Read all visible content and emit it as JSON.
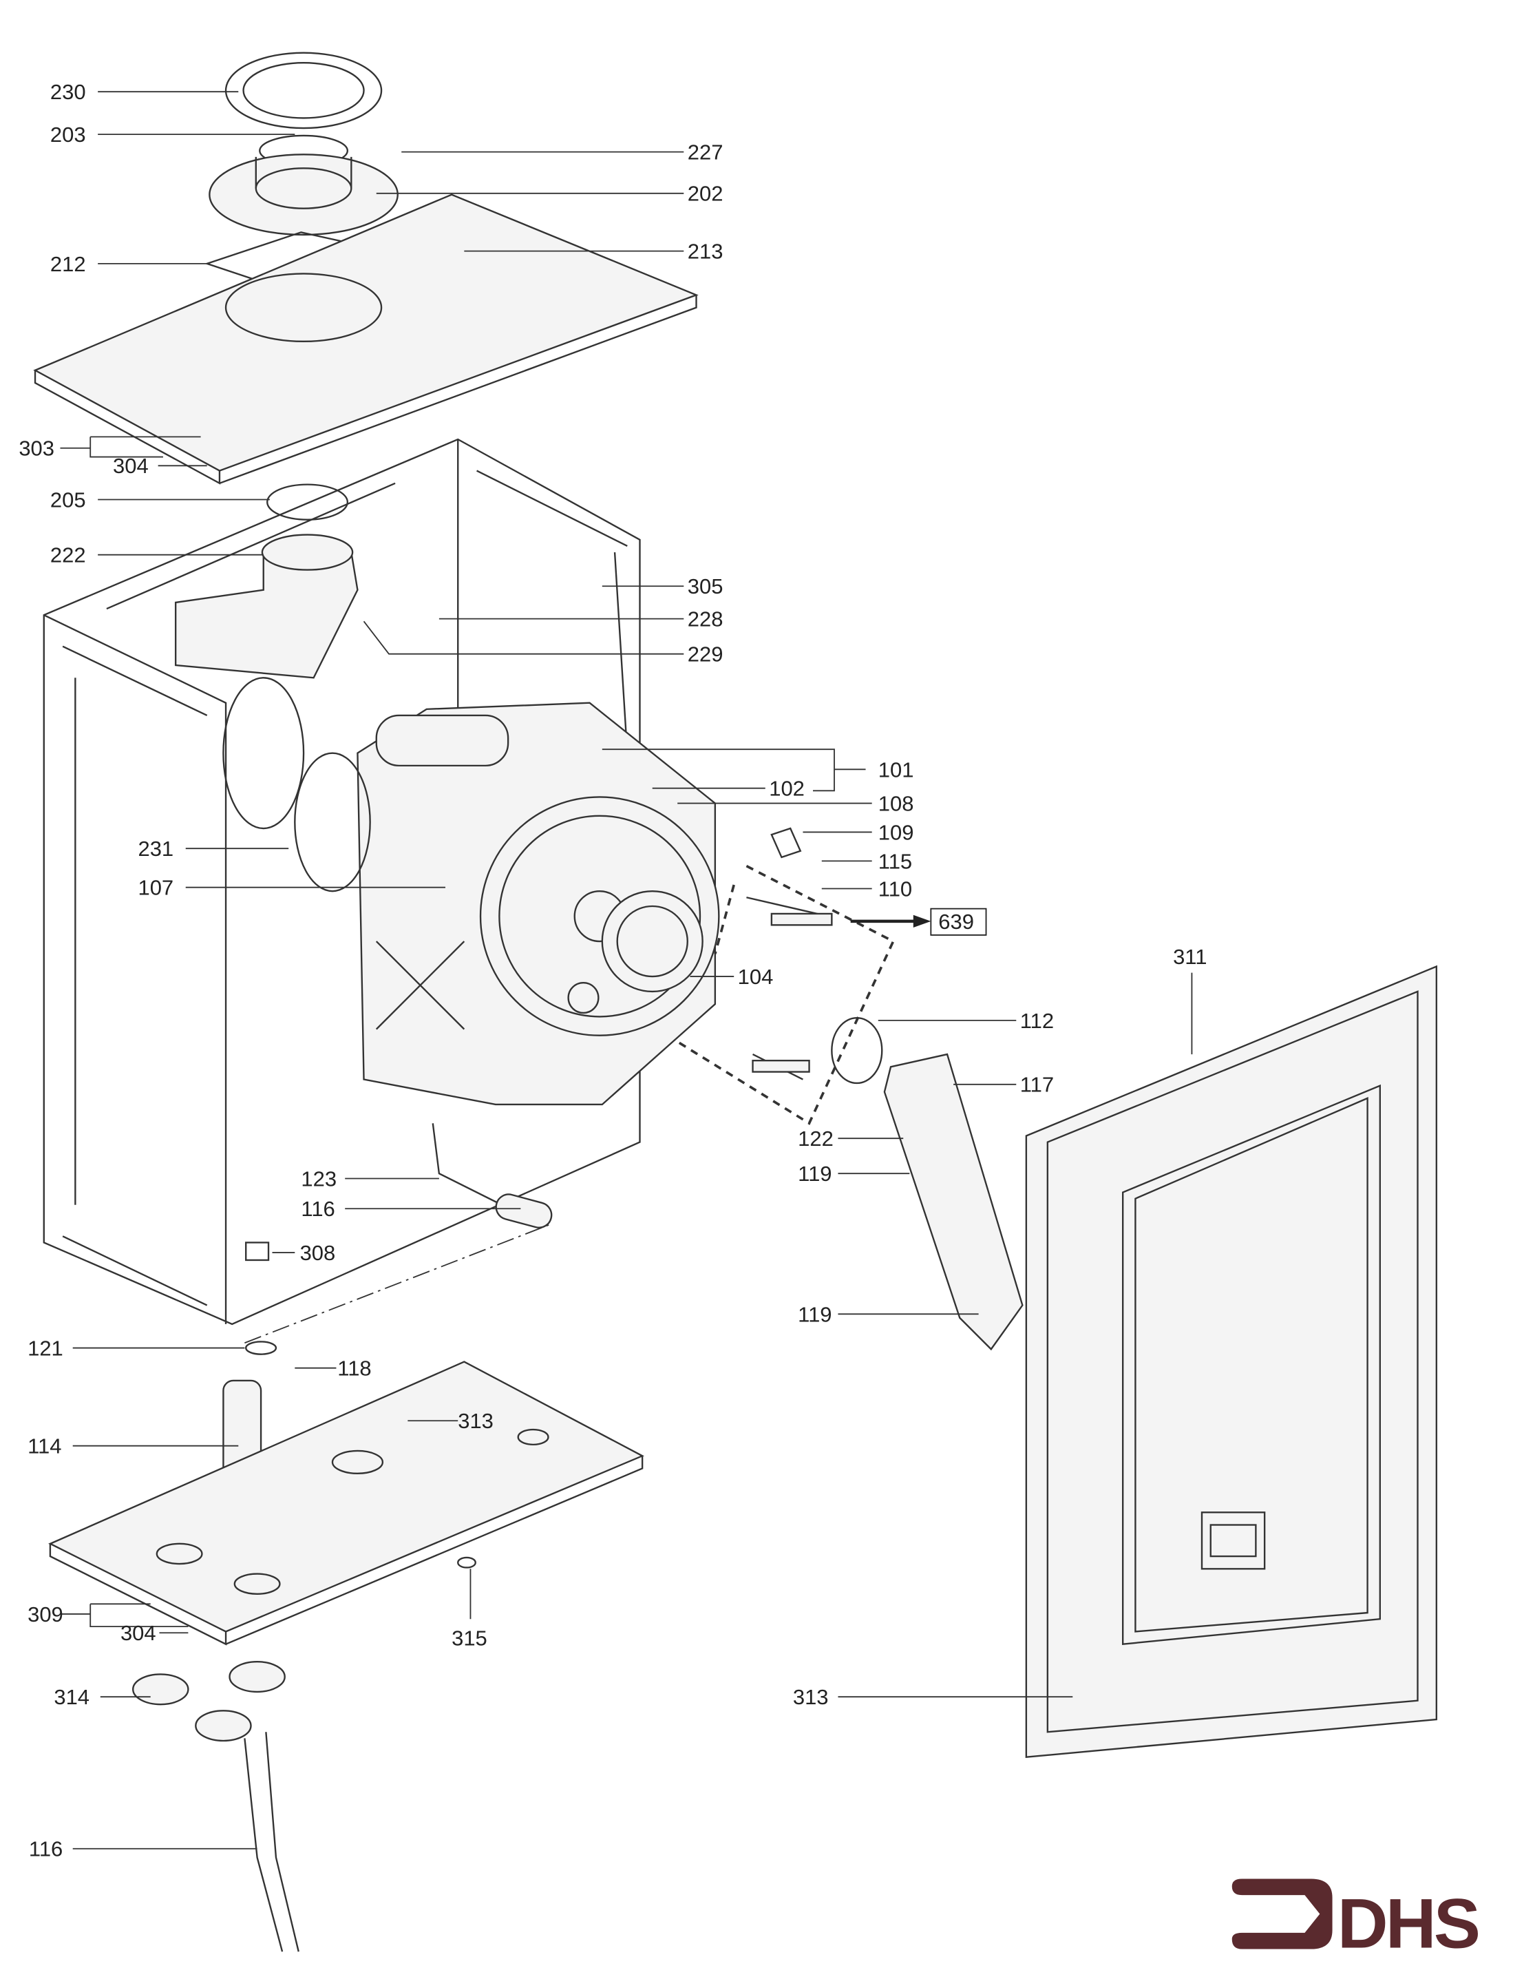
{
  "labels": [
    "230",
    "203",
    "227",
    "202",
    "212",
    "213",
    "303",
    "304",
    "205",
    "222",
    "305",
    "228",
    "229",
    "101",
    "102",
    "108",
    "109",
    "115",
    "110",
    "639",
    "231",
    "107",
    "104",
    "311",
    "112",
    "117",
    "122",
    "119",
    "123",
    "116",
    "308",
    "119",
    "121",
    "118",
    "114",
    "313",
    "309",
    "304",
    "315",
    "314",
    "313",
    "116"
  ],
  "logo": {
    "text": "DHS",
    "color": "#5a2a2e"
  }
}
